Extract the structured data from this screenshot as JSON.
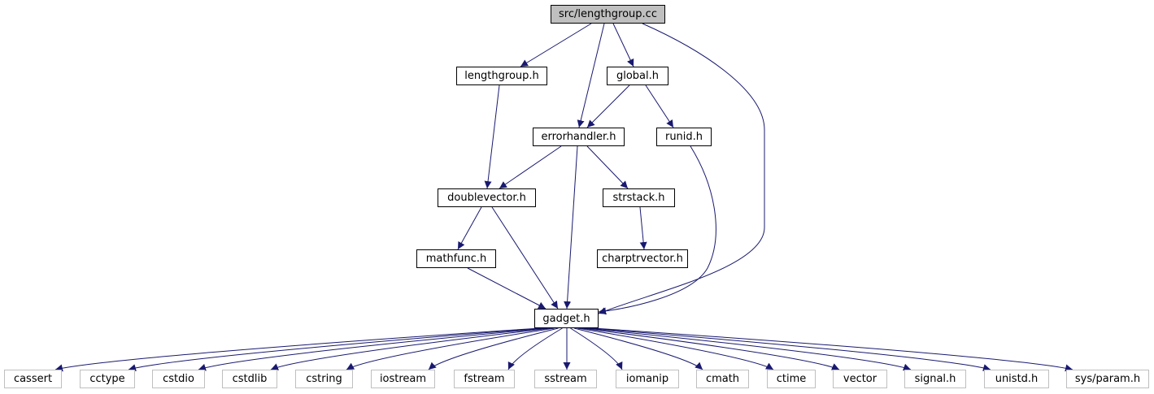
{
  "colors": {
    "edge": "#191970",
    "node_border": "#000000",
    "root_fill": "#bfbfbf",
    "external_border": "#bfbfbf"
  },
  "graph": {
    "nodes": [
      {
        "id": "root",
        "label": "src/lengthgroup.cc",
        "kind": "root"
      },
      {
        "id": "lengthgroup_h",
        "label": "lengthgroup.h",
        "kind": "file"
      },
      {
        "id": "global_h",
        "label": "global.h",
        "kind": "file"
      },
      {
        "id": "errorhandler_h",
        "label": "errorhandler.h",
        "kind": "file"
      },
      {
        "id": "runid_h",
        "label": "runid.h",
        "kind": "file"
      },
      {
        "id": "doublevector_h",
        "label": "doublevector.h",
        "kind": "file"
      },
      {
        "id": "strstack_h",
        "label": "strstack.h",
        "kind": "file"
      },
      {
        "id": "mathfunc_h",
        "label": "mathfunc.h",
        "kind": "file"
      },
      {
        "id": "charptrvector_h",
        "label": "charptrvector.h",
        "kind": "file"
      },
      {
        "id": "gadget_h",
        "label": "gadget.h",
        "kind": "file"
      },
      {
        "id": "cassert",
        "label": "cassert",
        "kind": "external"
      },
      {
        "id": "cctype",
        "label": "cctype",
        "kind": "external"
      },
      {
        "id": "cstdio",
        "label": "cstdio",
        "kind": "external"
      },
      {
        "id": "cstdlib",
        "label": "cstdlib",
        "kind": "external"
      },
      {
        "id": "cstring",
        "label": "cstring",
        "kind": "external"
      },
      {
        "id": "iostream",
        "label": "iostream",
        "kind": "external"
      },
      {
        "id": "fstream",
        "label": "fstream",
        "kind": "external"
      },
      {
        "id": "sstream",
        "label": "sstream",
        "kind": "external"
      },
      {
        "id": "iomanip",
        "label": "iomanip",
        "kind": "external"
      },
      {
        "id": "cmath",
        "label": "cmath",
        "kind": "external"
      },
      {
        "id": "ctime",
        "label": "ctime",
        "kind": "external"
      },
      {
        "id": "vector",
        "label": "vector",
        "kind": "external"
      },
      {
        "id": "signal_h",
        "label": "signal.h",
        "kind": "external"
      },
      {
        "id": "unistd_h",
        "label": "unistd.h",
        "kind": "external"
      },
      {
        "id": "sys_param_h",
        "label": "sys/param.h",
        "kind": "external"
      }
    ],
    "edges": [
      {
        "from": "root",
        "to": "lengthgroup_h"
      },
      {
        "from": "root",
        "to": "global_h"
      },
      {
        "from": "root",
        "to": "errorhandler_h"
      },
      {
        "from": "root",
        "to": "gadget_h"
      },
      {
        "from": "lengthgroup_h",
        "to": "doublevector_h"
      },
      {
        "from": "global_h",
        "to": "errorhandler_h"
      },
      {
        "from": "global_h",
        "to": "runid_h"
      },
      {
        "from": "errorhandler_h",
        "to": "doublevector_h"
      },
      {
        "from": "errorhandler_h",
        "to": "strstack_h"
      },
      {
        "from": "errorhandler_h",
        "to": "gadget_h"
      },
      {
        "from": "runid_h",
        "to": "gadget_h"
      },
      {
        "from": "doublevector_h",
        "to": "mathfunc_h"
      },
      {
        "from": "doublevector_h",
        "to": "gadget_h"
      },
      {
        "from": "strstack_h",
        "to": "charptrvector_h"
      },
      {
        "from": "mathfunc_h",
        "to": "gadget_h"
      },
      {
        "from": "gadget_h",
        "to": "cassert"
      },
      {
        "from": "gadget_h",
        "to": "cctype"
      },
      {
        "from": "gadget_h",
        "to": "cstdio"
      },
      {
        "from": "gadget_h",
        "to": "cstdlib"
      },
      {
        "from": "gadget_h",
        "to": "cstring"
      },
      {
        "from": "gadget_h",
        "to": "iostream"
      },
      {
        "from": "gadget_h",
        "to": "fstream"
      },
      {
        "from": "gadget_h",
        "to": "sstream"
      },
      {
        "from": "gadget_h",
        "to": "iomanip"
      },
      {
        "from": "gadget_h",
        "to": "cmath"
      },
      {
        "from": "gadget_h",
        "to": "ctime"
      },
      {
        "from": "gadget_h",
        "to": "vector"
      },
      {
        "from": "gadget_h",
        "to": "signal_h"
      },
      {
        "from": "gadget_h",
        "to": "unistd_h"
      },
      {
        "from": "gadget_h",
        "to": "sys_param_h"
      }
    ]
  }
}
